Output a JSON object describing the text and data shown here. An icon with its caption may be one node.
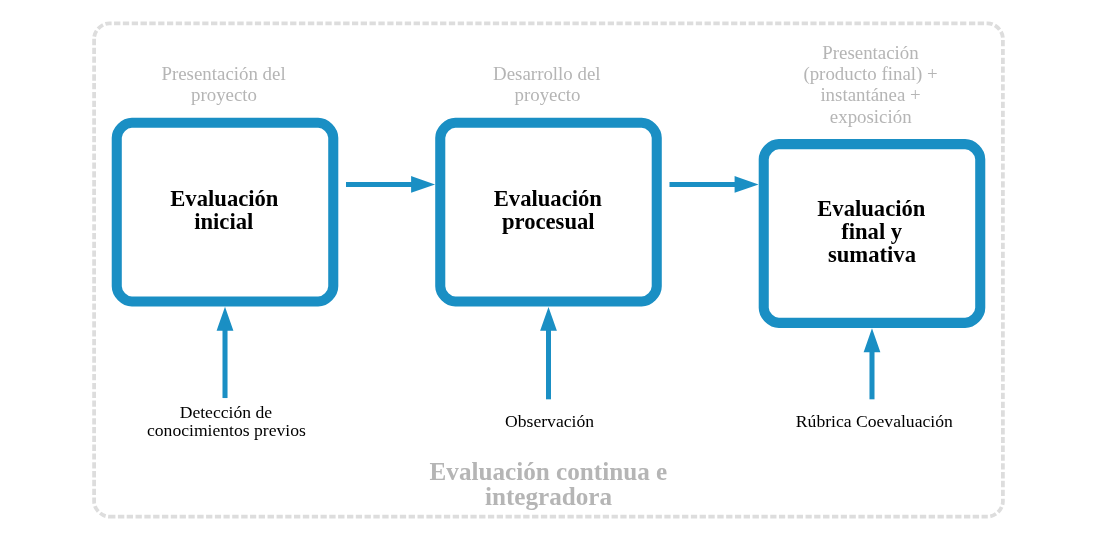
{
  "diagram": {
    "nodes": [
      {
        "text": [
          "Evaluación continua e integradora"
        ]
      },
      {
        "text": [
          "Presentación del proyecto",
          "Evaluación inicial"
        ],
        "in": 0
      },
      {
        "text": [
          "Desarrollo del proyecto",
          "Evaluación procesual"
        ],
        "in": 0
      },
      {
        "text": [
          "Presentación (producto final) + instantánea + exposición",
          "Evaluación final y sumativa"
        ],
        "in": 0
      },
      {
        "text": [
          "Detección de conocimientos previos"
        ],
        "in": 0
      },
      {
        "text": [
          "Observación"
        ],
        "in": 0
      },
      {
        "text": [
          "Rúbrica Coevaluación"
        ],
        "in": 0
      }
    ],
    "edges": [
      {
        "from": 1,
        "to": 2,
        "arrow": "to"
      },
      {
        "from": 2,
        "to": 3,
        "arrow": "to"
      },
      {
        "from": 4,
        "to": 1,
        "arrow": "to"
      },
      {
        "from": 5,
        "to": 2,
        "arrow": "to"
      },
      {
        "from": 6,
        "to": 3,
        "arrow": "to"
      }
    ]
  }
}
